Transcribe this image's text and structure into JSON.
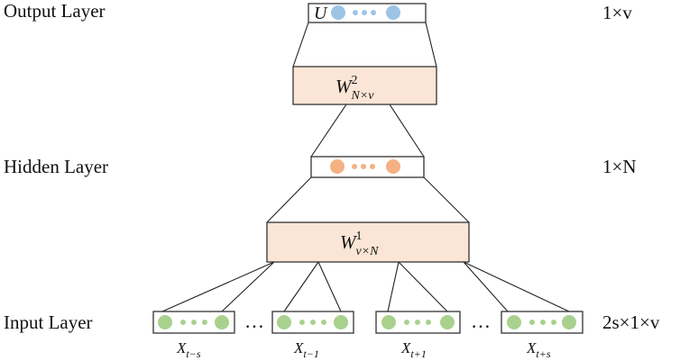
{
  "layers": {
    "output": {
      "label": "Output Layer",
      "dim": "1×v",
      "vector_symbol": "U"
    },
    "hidden": {
      "label": "Hidden Layer",
      "dim": "1×N"
    },
    "input": {
      "label": "Input Layer",
      "dim": "2s×1×v"
    }
  },
  "weights": {
    "w2": {
      "base": "W",
      "sup": "2",
      "sub": "N×v"
    },
    "w1": {
      "base": "W",
      "sup": "1",
      "sub": "v×N"
    }
  },
  "inputs": [
    {
      "base": "X",
      "sub": "t−s"
    },
    {
      "base": "X",
      "sub": "t−1"
    },
    {
      "base": "X",
      "sub": "t+1"
    },
    {
      "base": "X",
      "sub": "t+s"
    }
  ],
  "ellipsis": "…",
  "colors": {
    "output_node": "#9dc3e6",
    "hidden_node": "#f4b183",
    "input_node": "#a9d18e",
    "weight_fill": "#fbe5d6"
  }
}
